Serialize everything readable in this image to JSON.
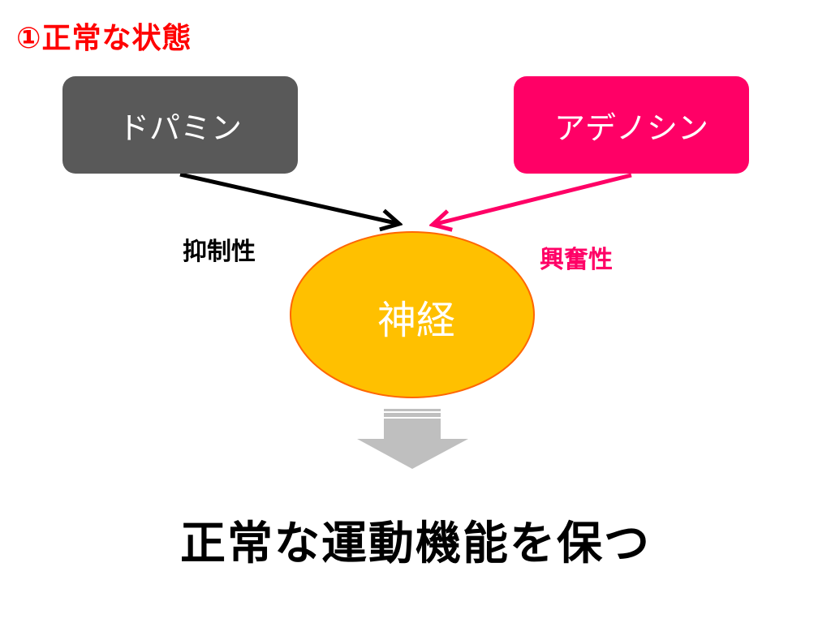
{
  "title": "①正常な状態",
  "boxes": {
    "dopamine": "ドパミン",
    "adenosine": "アデノシン"
  },
  "labels": {
    "inhibitory": "抑制性",
    "excitatory": "興奮性"
  },
  "nerve": "神経",
  "result": "正常な運動機能を保つ",
  "colors": {
    "title": "#ff0000",
    "dopamine": "#595959",
    "adenosine": "#ff0066",
    "nerve_fill": "#ffc000",
    "nerve_stroke": "#ff6600",
    "down_arrow": "#bfbfbf"
  }
}
